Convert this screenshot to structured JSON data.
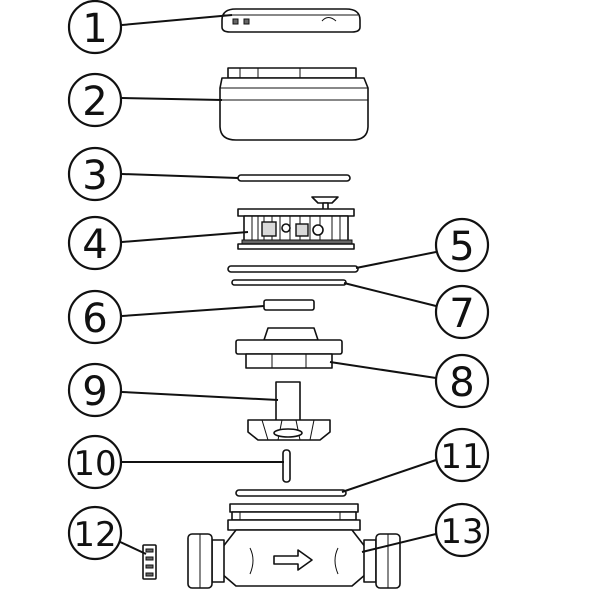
{
  "callouts": [
    {
      "id": 1,
      "label": "1"
    },
    {
      "id": 2,
      "label": "2"
    },
    {
      "id": 3,
      "label": "3"
    },
    {
      "id": 4,
      "label": "4"
    },
    {
      "id": 5,
      "label": "5"
    },
    {
      "id": 6,
      "label": "6"
    },
    {
      "id": 7,
      "label": "7"
    },
    {
      "id": 8,
      "label": "8"
    },
    {
      "id": 9,
      "label": "9"
    },
    {
      "id": 10,
      "label": "10"
    },
    {
      "id": 11,
      "label": "11"
    },
    {
      "id": 12,
      "label": "12"
    },
    {
      "id": 13,
      "label": "13"
    }
  ],
  "colors": {
    "line": "#111111",
    "shade": "#d9d9d9",
    "arrow": "#ffffff"
  }
}
